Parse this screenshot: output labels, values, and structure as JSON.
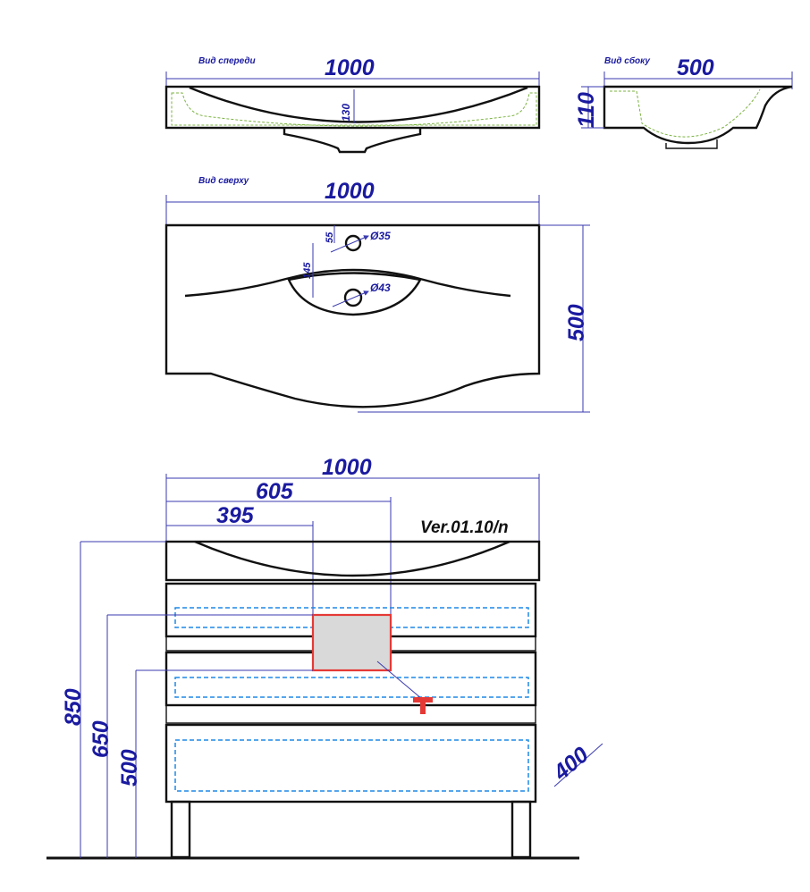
{
  "views": {
    "front_label": "Вид спереди",
    "side_label": "Вид сбоку",
    "top_label": "Вид сверху"
  },
  "front_view": {
    "width": "1000",
    "depth": "130"
  },
  "side_view": {
    "depth": "500",
    "height": "110"
  },
  "top_view": {
    "width": "1000",
    "depth": "500",
    "hole_offset": "55",
    "hole_diameter": "Ø35",
    "bowl_offset": "145",
    "drain_diameter": "Ø43"
  },
  "cabinet": {
    "width": "1000",
    "dim_605": "605",
    "dim_395": "395",
    "version": "Ver.01.10/n",
    "height_850": "850",
    "height_650": "650",
    "height_500": "500",
    "depth_400": "400"
  },
  "colors": {
    "dimension_text": "#1a1aa0",
    "outline": "#111111",
    "hidden_line": "#1e88e5",
    "highlight": "#e53935",
    "inner_contour": "#7cb342"
  }
}
